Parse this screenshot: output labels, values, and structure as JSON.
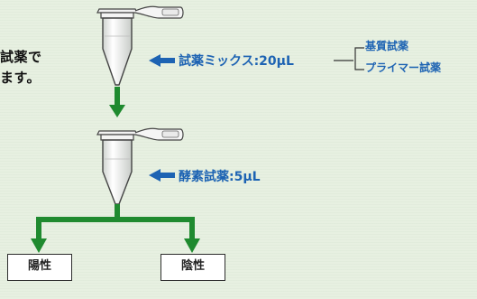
{
  "intro": {
    "line1": "試薬で",
    "line2": "ます。"
  },
  "steps": {
    "reagent_mix": "試薬ミックス:20μL",
    "enzyme": "酵素試薬:5μL"
  },
  "reagent_mix_components": [
    "基質試薬",
    "プライマー試薬"
  ],
  "results": {
    "positive": "陽性",
    "negative": "陰性"
  },
  "colors": {
    "arrow_green": "#1f8a2f",
    "label_blue": "#1d63b3",
    "background": "#e7f0e1"
  }
}
